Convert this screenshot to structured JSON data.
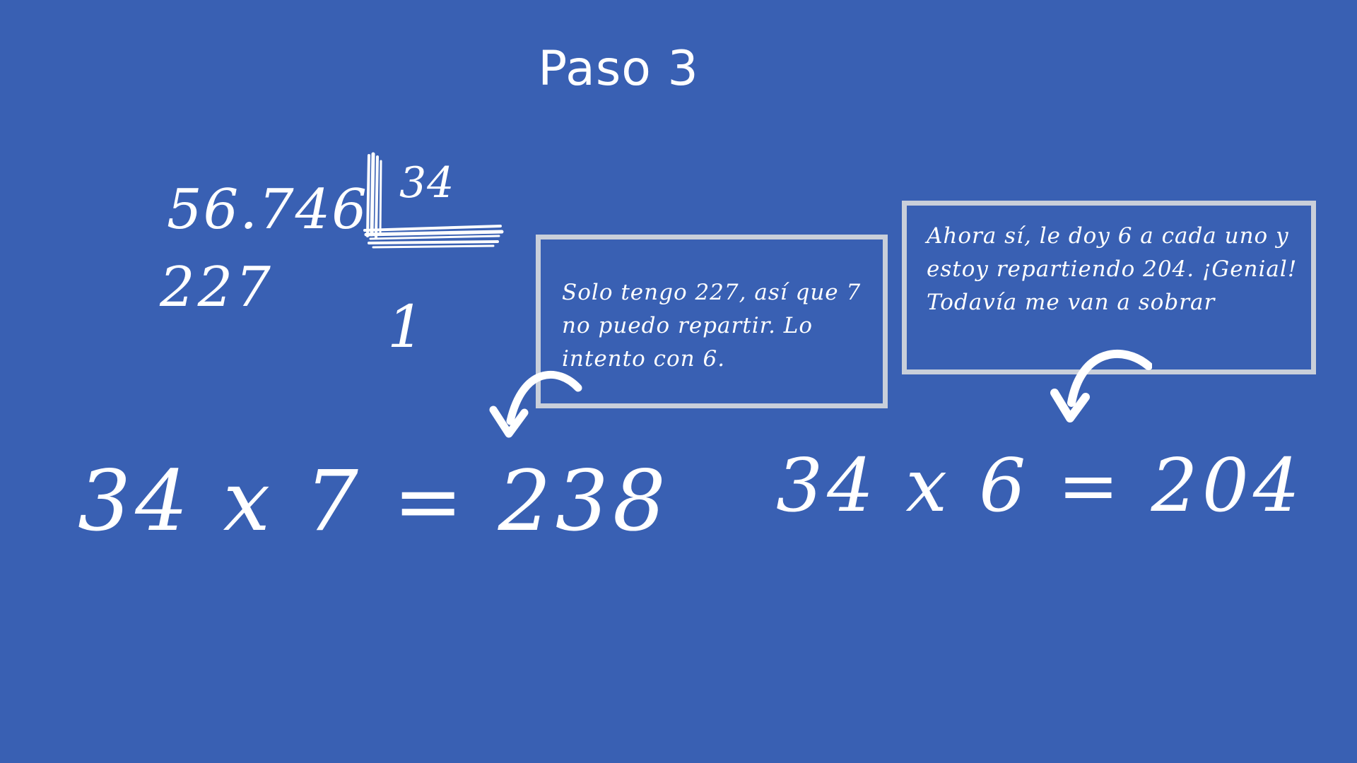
{
  "title": "Paso 3",
  "division": {
    "dividend": "56.746",
    "divisor": "34",
    "partial_dividend": "227",
    "quotient": "1"
  },
  "equation_left": "34 x 7 = 238",
  "equation_right": "34 x 6 = 204",
  "note_left": "Solo tengo 227, así que 7 no puedo repartir. Lo intento con 6.",
  "note_right": "Ahora sí, le doy 6 a cada uno y estoy repartiendo 204. ¡Genial! Todavía me van a sobrar",
  "colors": {
    "background": "#3960b3",
    "text": "#ffffff",
    "box_border": "#c9cfda"
  },
  "icons": [
    "curved-arrow-left-icon",
    "curved-arrow-right-icon",
    "division-bracket"
  ]
}
